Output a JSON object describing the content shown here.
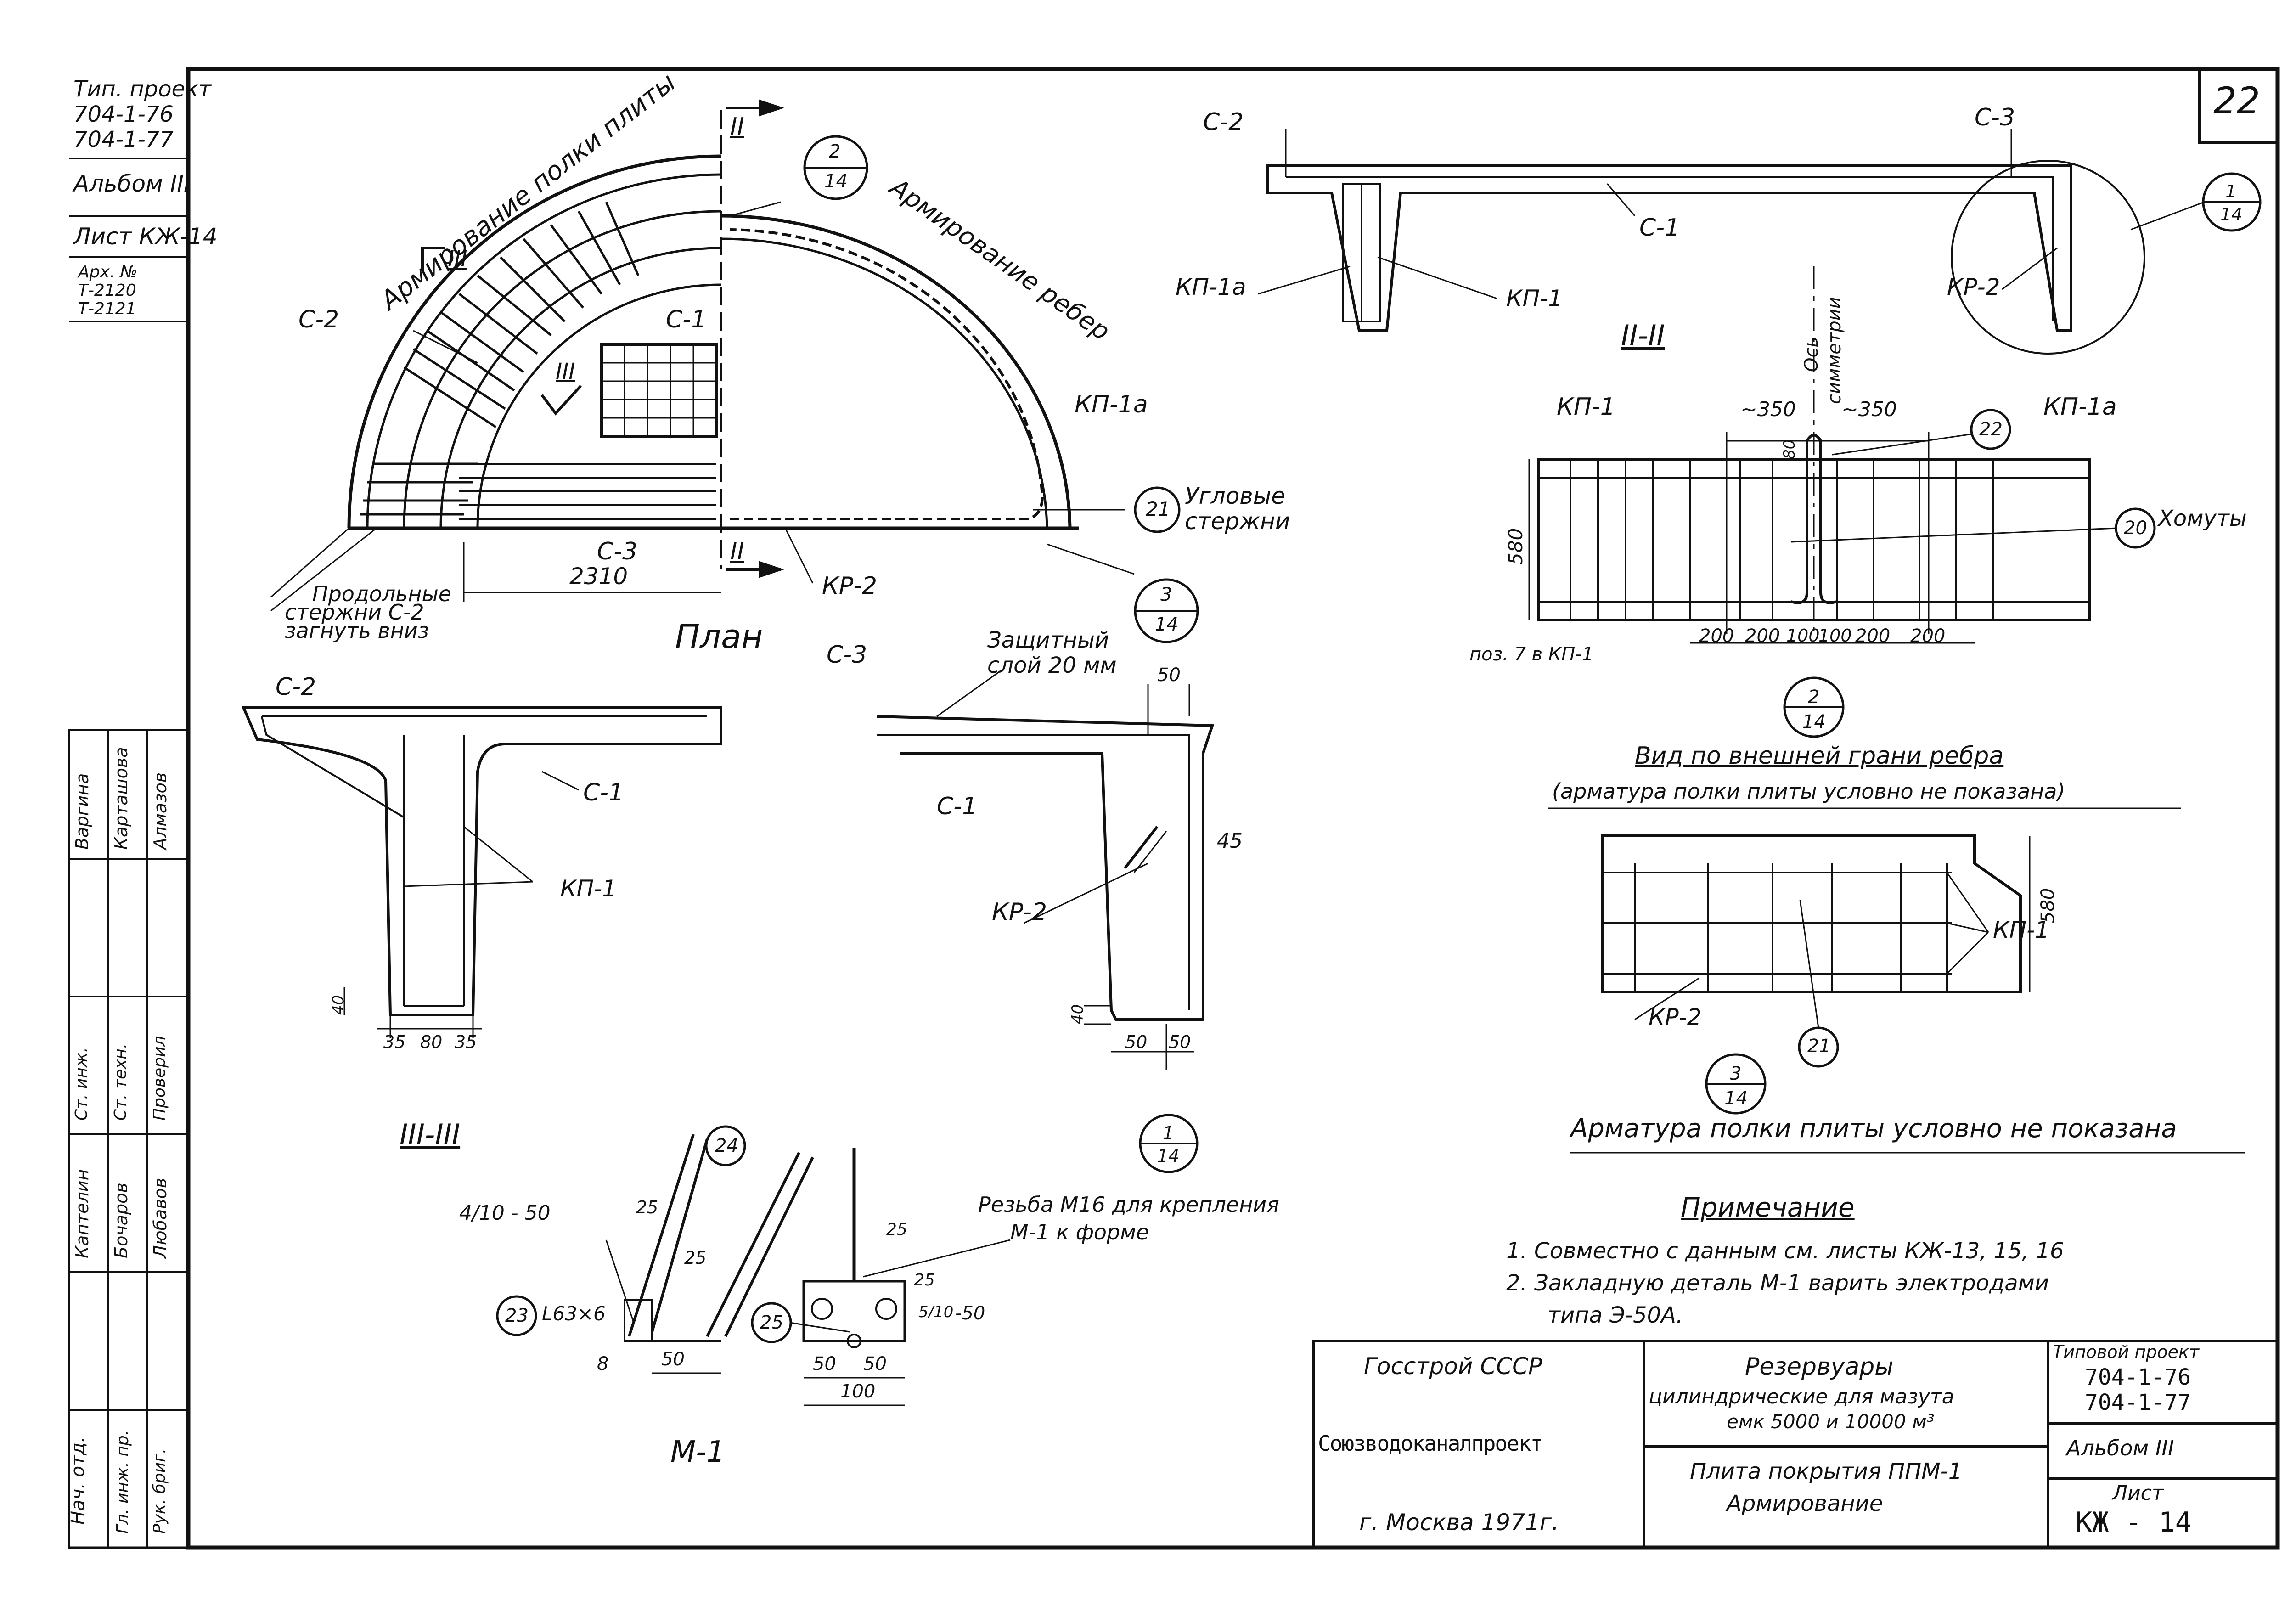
{
  "sheet_number": "22",
  "left_stamp": {
    "project_label": "Тип. проект",
    "project_codes": [
      "704-1-76",
      "704-1-77"
    ],
    "album": "Альбом III",
    "sheet": "Лист КЖ-14",
    "arch_label": "Арх. №",
    "arch_codes": [
      "Т-2120",
      "Т-2121"
    ]
  },
  "signature_block": {
    "roles": [
      "Нач. отд.",
      "Гл. инж. пр.",
      "Рук. бриг.",
      "Ст. инж.",
      "Ст. техн.",
      "Проверил"
    ],
    "names": [
      "Каптелин",
      "Бочаров",
      "Любавов",
      "Варгина",
      "Карташова",
      "Алмазов"
    ]
  },
  "plan": {
    "title": "План",
    "label_polka": "Армирование полки плиты",
    "label_rebra": "Армирование ребер",
    "section_II": "II",
    "section_III": "III",
    "c2": "С-2",
    "c1": "С-1",
    "c3": "С-3",
    "kp1a": "КП-1а",
    "kr2": "КР-2",
    "dim_2310": "2310",
    "callout_21": "21",
    "corner_bars": [
      "Угловые",
      "стержни"
    ],
    "longitudinal_note": [
      "Продольные",
      "стержни С-2",
      "загнуть вниз"
    ],
    "ref_2_14": {
      "top": "2",
      "bottom": "14"
    },
    "ref_3_14": {
      "top": "3",
      "bottom": "14"
    }
  },
  "section_2_2": {
    "title": "II-II",
    "c2": "С-2",
    "c3": "С-3",
    "c1": "С-1",
    "kp1a": "КП-1а",
    "kp1": "КП-1",
    "kr2": "КР-2",
    "ref_1_14": {
      "top": "1",
      "bottom": "14"
    }
  },
  "rib_view": {
    "axis_label": [
      "Ось",
      "симметрии"
    ],
    "kp1": "КП-1",
    "kp1a": "КП-1а",
    "dim_350_left": "~350",
    "dim_350_right": "~350",
    "dim_80": "80",
    "dim_580": "580",
    "callout_22": "22",
    "callout_20": "20",
    "clamps": "Хомуты",
    "pos_note": "поз. 7 в КП-1",
    "bottom_dims": [
      "200",
      "200",
      "100",
      "100",
      "200",
      "200"
    ],
    "ref_2_14": {
      "top": "2",
      "bottom": "14"
    },
    "caption_1": "Вид по внешней грани ребра",
    "caption_2": "(арматура полки плиты условно не показана)"
  },
  "view_3_14": {
    "dim_580": "580",
    "kp1": "КП-1",
    "kr2": "КР-2",
    "callout_21": "21",
    "ref_3_14": {
      "top": "3",
      "bottom": "14"
    },
    "caption": "Арматура полки плиты условно не показана"
  },
  "section_3_3": {
    "title": "III-III",
    "c2": "С-2",
    "c1": "С-1",
    "kp1": "КП-1",
    "dim_40": "40",
    "dims_bottom": [
      "35",
      "80",
      "35"
    ]
  },
  "detail_1_14": {
    "c3": "С-3",
    "protective_layer": [
      "Защитный",
      "слой 20 мм"
    ],
    "c1": "С-1",
    "dim_50_top": "50",
    "dim_45": "45",
    "kr2": "КР-2",
    "dim_40": "40",
    "dims_bottom": [
      "50",
      "50"
    ],
    "ref_1_14": {
      "top": "1",
      "bottom": "14"
    }
  },
  "m1": {
    "title": "М-1",
    "weld": "4/10 - 50",
    "angle": "L63×6",
    "callout_23": "23",
    "callout_24": "24",
    "callout_25a": "25",
    "callout_25b": "25",
    "dim_25": "25",
    "dim_8": "8",
    "dim_50": "50",
    "thread_note": [
      "Резьба М16 для крепления",
      "М-1 к форме"
    ],
    "dims_plate": [
      "25",
      "25",
      "5/10",
      "-50"
    ],
    "dims_bottom": [
      "50",
      "50"
    ],
    "dim_100": "100"
  },
  "notes": {
    "title": "Примечание",
    "items": [
      "1. Совместно с данным см. листы КЖ-13, 15, 16",
      "2. Закладную деталь М-1 варить электродами",
      "типа Э-50А."
    ]
  },
  "title_block": {
    "org1": "Госстрой СССР",
    "org2": "Союзводоканалпроект",
    "city": "г. Москва 1971г.",
    "object_1": "Резервуары",
    "object_2": "цилиндрические для мазута",
    "object_3": "емк 5000 и 10000 м³",
    "sheet_title_1": "Плита покрытия ППМ-1",
    "sheet_title_2": "Армирование",
    "project_label": "Типовой проект",
    "project_1": "704-1-76",
    "project_2": "704-1-77",
    "album": "Альбом III",
    "sheet_label": "Лист",
    "sheet_code": "КЖ - 14"
  }
}
